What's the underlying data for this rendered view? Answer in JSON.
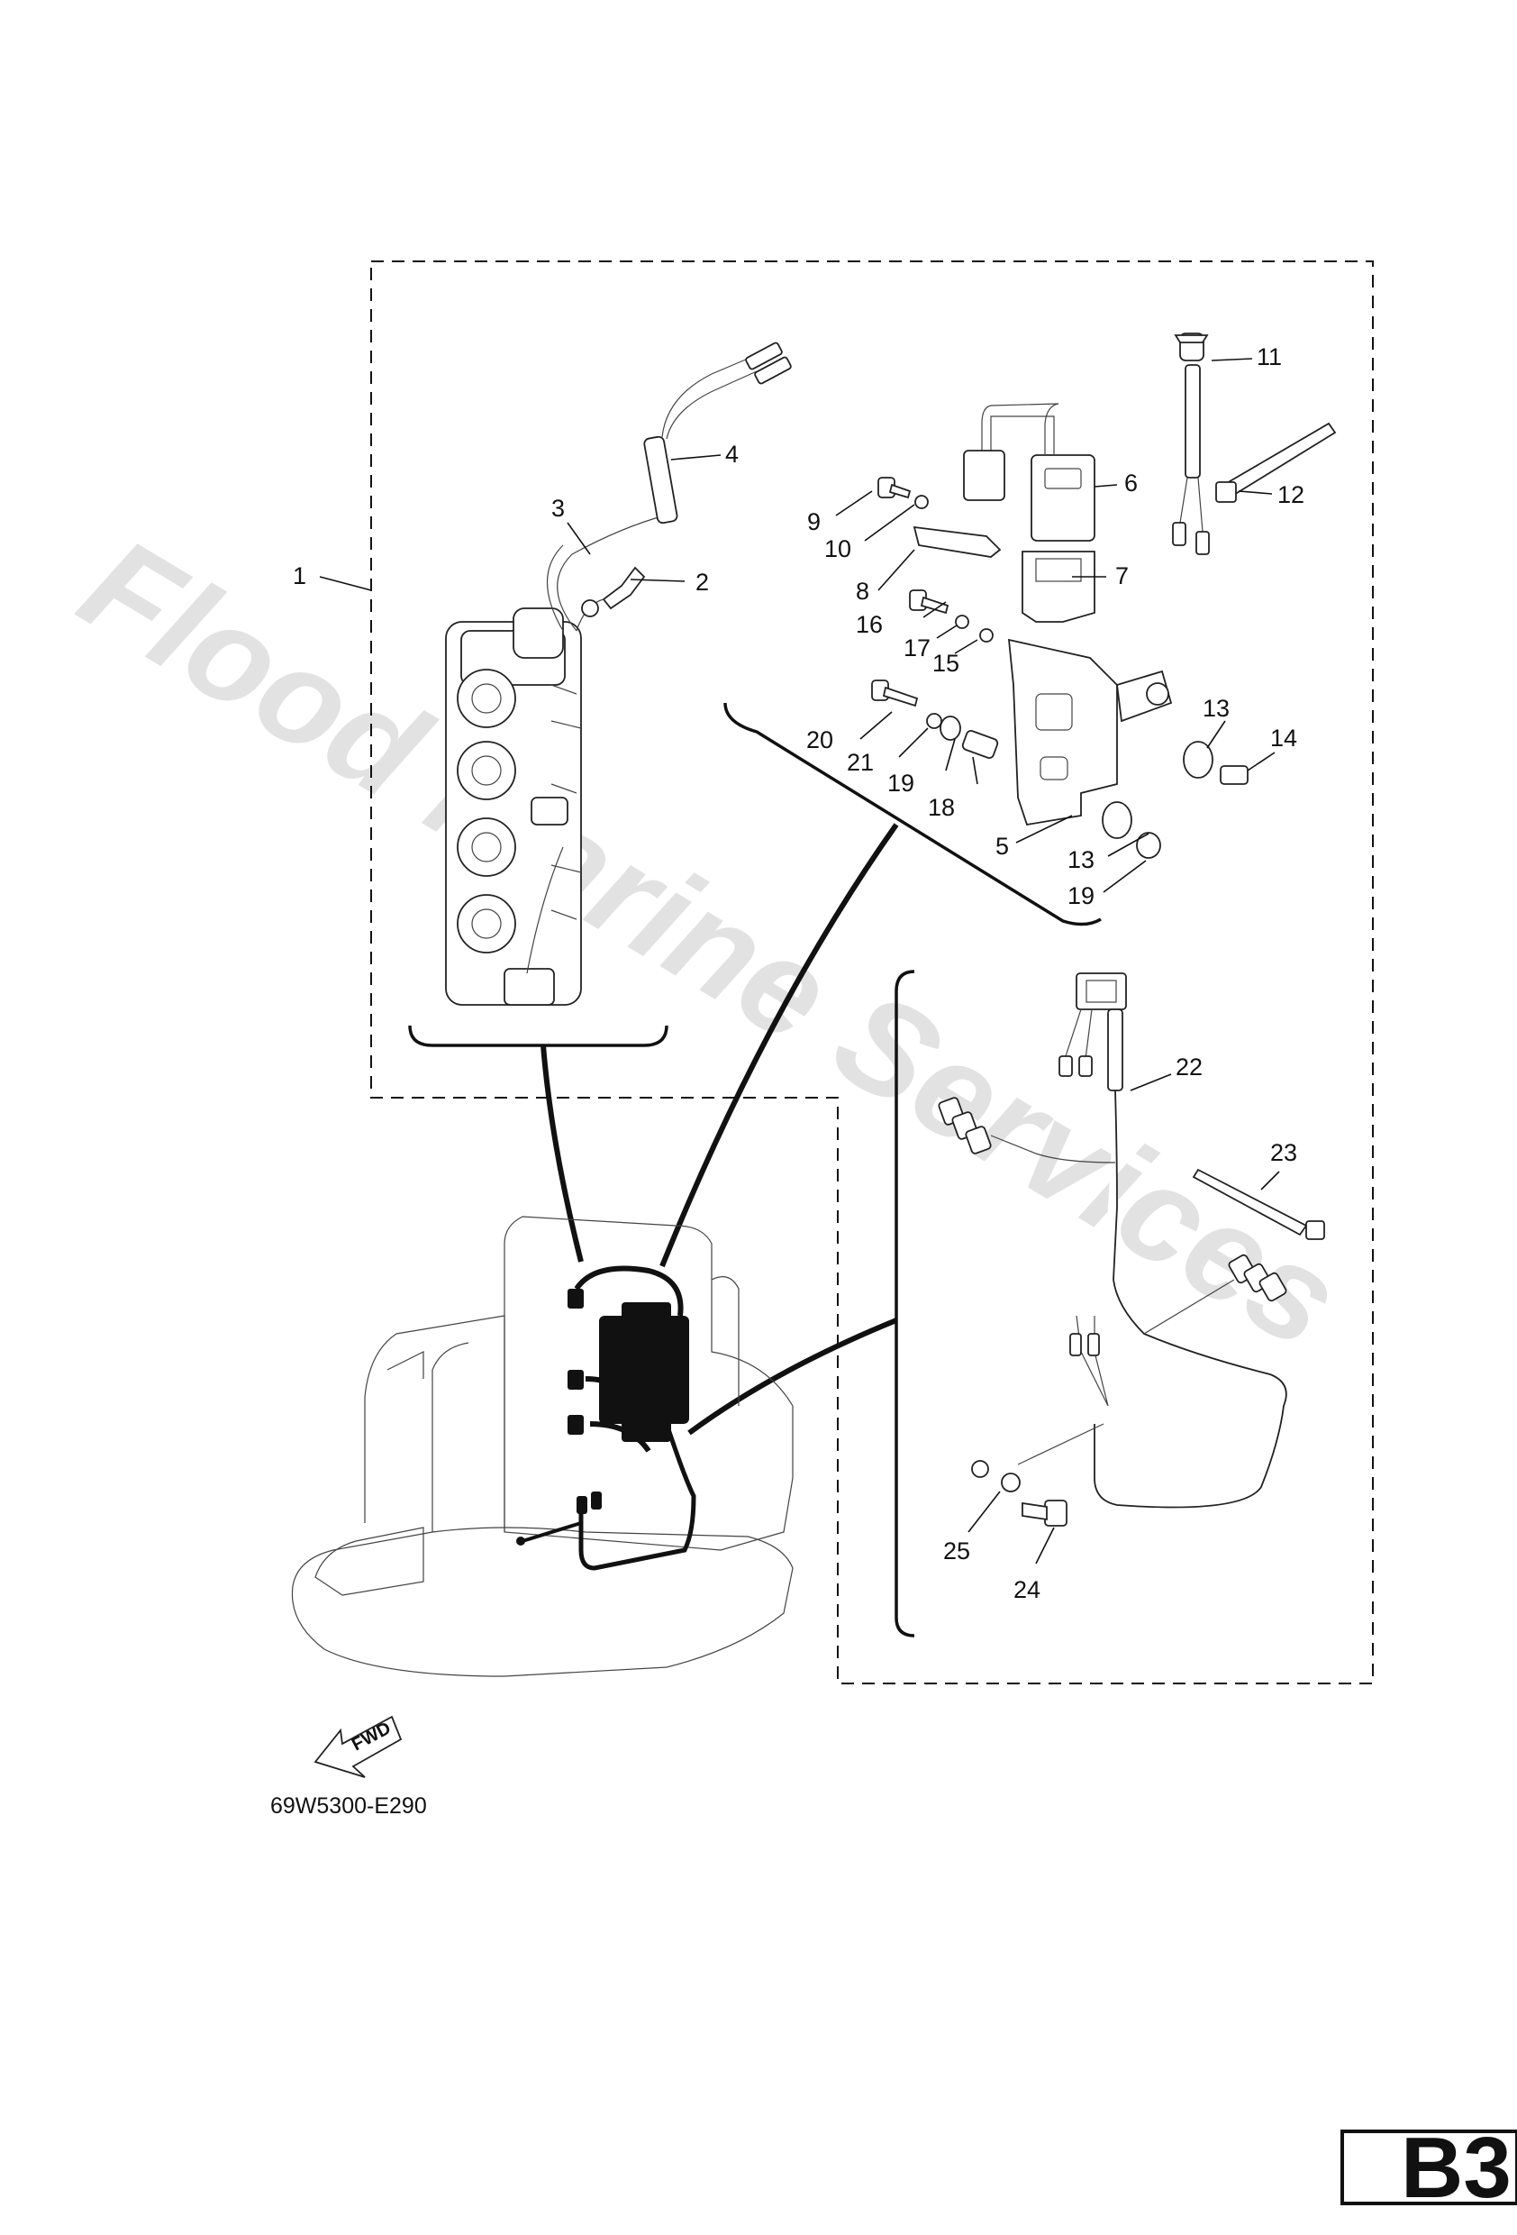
{
  "watermark": "Flood Marine Services",
  "diagram_code": "69W5300-E290",
  "page_tab": "B3",
  "fwd_label": "FWD",
  "callouts": [
    "1",
    "2",
    "3",
    "4",
    "5",
    "6",
    "7",
    "8",
    "9",
    "10",
    "11",
    "12",
    "13",
    "14",
    "15",
    "16",
    "17",
    "18",
    "19",
    "20",
    "21",
    "22",
    "23",
    "24",
    "25"
  ],
  "extra_callouts": {
    "c13b": "13",
    "c19b": "19"
  }
}
